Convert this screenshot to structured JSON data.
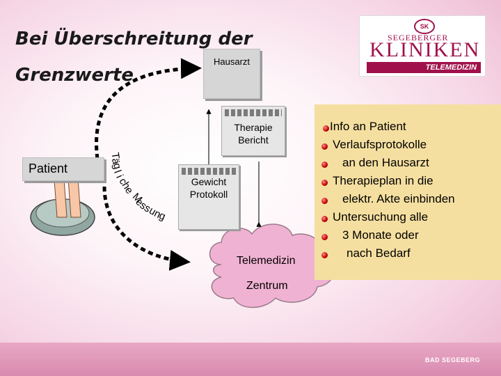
{
  "title": {
    "line1": "Bei Überschreitung der",
    "line2": "Grenzwerte"
  },
  "logo": {
    "seal": "SK",
    "top": "SEGEBERGER",
    "main": "KLINIKEN",
    "band": "TELEMEDIZIN"
  },
  "nodes": {
    "hausarzt": "Hausarzt",
    "patient": "Patient",
    "therapie": [
      "Therapie",
      "Bericht"
    ],
    "gewicht": [
      "Gewicht",
      "Protokoll"
    ],
    "cloud": [
      "Telemedizin",
      "Zentrum"
    ]
  },
  "arrow_label": [
    "T",
    "ä",
    "g",
    "l",
    "i",
    "c",
    "h",
    "e",
    " ",
    "M",
    "e",
    "s",
    "s",
    "u",
    "n",
    "g"
  ],
  "info": [
    "Info an Patient",
    "Verlaufsprotokolle",
    "an den Hausarzt",
    "Therapieplan in die",
    "elektr. Akte einbinden",
    "Untersuchung alle",
    "3 Monate oder",
    "nach Bedarf"
  ],
  "footer": "BAD SEGEBERG",
  "colors": {
    "brand": "#a0114b",
    "panel": "#f5dfa0",
    "cloud": "#f0b2d2",
    "bullet": "#c00000"
  }
}
